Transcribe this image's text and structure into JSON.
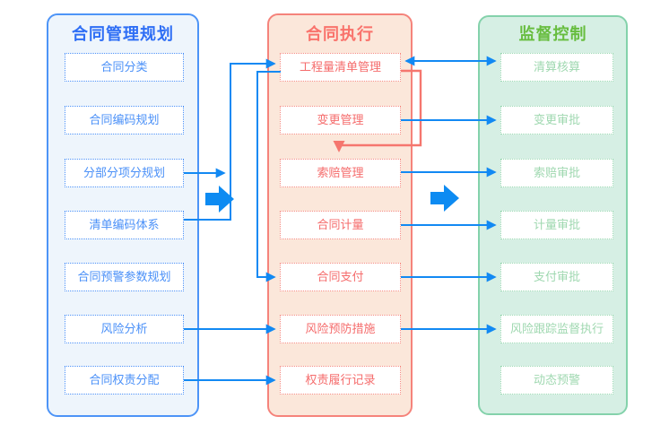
{
  "columns": [
    {
      "key": "planning",
      "title": "合同管理规划",
      "items": [
        "合同分类",
        "合同编码规划",
        "分部分项分规划",
        "清单编码体系",
        "合同预警参数规划",
        "风险分析",
        "合同权责分配"
      ]
    },
    {
      "key": "execution",
      "title": "合同执行",
      "items": [
        "工程量清单管理",
        "变更管理",
        "索赔管理",
        "合同计量",
        "合同支付",
        "风险预防措施",
        "权责履行记录"
      ]
    },
    {
      "key": "supervision",
      "title": "监督控制",
      "items": [
        "清算核算",
        "变更审批",
        "索赔审批",
        "计量审批",
        "支付审批",
        "风险跟踪监督执行",
        "动态预警"
      ]
    }
  ],
  "connections": [
    {
      "from": "分部分项分规划",
      "to": "工程量清单管理",
      "type": "arrow",
      "color": "blue"
    },
    {
      "from": "清单编码体系",
      "to": "工程量清单管理",
      "type": "arrow",
      "color": "blue"
    },
    {
      "from": "工程量清单管理",
      "to": "合同支付",
      "type": "arrow",
      "color": "blue"
    },
    {
      "from": "风险分析",
      "to": "风险预防措施",
      "type": "arrow",
      "color": "blue"
    },
    {
      "from": "合同权责分配",
      "to": "权责履行记录",
      "type": "arrow",
      "color": "blue"
    },
    {
      "from": "工程量清单管理",
      "to": "清算核算",
      "type": "double-arrow",
      "color": "blue"
    },
    {
      "from": "变更管理",
      "to": "变更审批",
      "type": "arrow",
      "color": "blue"
    },
    {
      "from": "索赔管理",
      "to": "索赔审批",
      "type": "arrow",
      "color": "blue"
    },
    {
      "from": "合同计量",
      "to": "计量审批",
      "type": "arrow",
      "color": "blue"
    },
    {
      "from": "合同支付",
      "to": "支付审批",
      "type": "arrow",
      "color": "blue"
    },
    {
      "from": "风险预防措施",
      "to": "风险跟踪监督执行",
      "type": "arrow",
      "color": "blue"
    },
    {
      "from": "工程量清单管理",
      "to": "索赔管理",
      "type": "feedback-arrow",
      "color": "red"
    }
  ],
  "stage_arrows": [
    {
      "from": "合同管理规划",
      "to": "合同执行"
    },
    {
      "from": "合同执行",
      "to": "监督控制"
    }
  ],
  "colors": {
    "planning_accent": "#2e6ef5",
    "planning_item": "#4a90f8",
    "execution_accent": "#f9726b",
    "execution_item": "#f56c6c",
    "supervision_accent": "#67bd3f",
    "supervision_item": "#9fd8b0",
    "arrow_blue": "#1289f3",
    "arrow_red": "#f5766e",
    "panel1_bg": "#eef5fc",
    "panel2_bg": "#fbe7da",
    "panel3_bg": "#d6efe4"
  }
}
